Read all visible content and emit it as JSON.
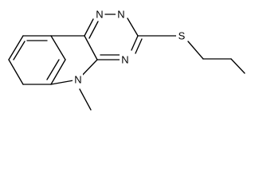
{
  "molecule": {
    "atoms": {
      "n1": "N",
      "n2": "N",
      "n4": "N",
      "n5": "N",
      "s": "S"
    },
    "methyl_line": "/"
  }
}
